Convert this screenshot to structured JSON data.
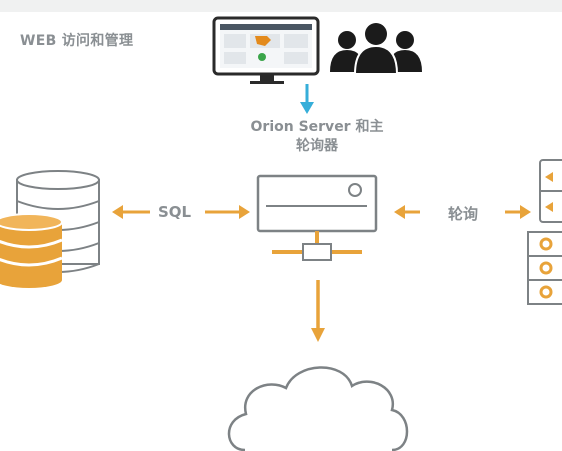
{
  "labels": {
    "web": "WEB 访问和管理",
    "orion_line1": "Orion Server 和主",
    "orion_line2": "轮询器",
    "sql": "SQL",
    "poll": "轮询"
  },
  "colors": {
    "orange": "#e8a33a",
    "blue_arrow": "#36aed9",
    "outline": "#7d8285",
    "label_gray": "#8a8f93",
    "users": "#1b1b1b"
  },
  "icons": [
    "monitor-icon",
    "users-icon",
    "database-icon",
    "server-icon",
    "network-devices-icon",
    "cloud-icon"
  ]
}
